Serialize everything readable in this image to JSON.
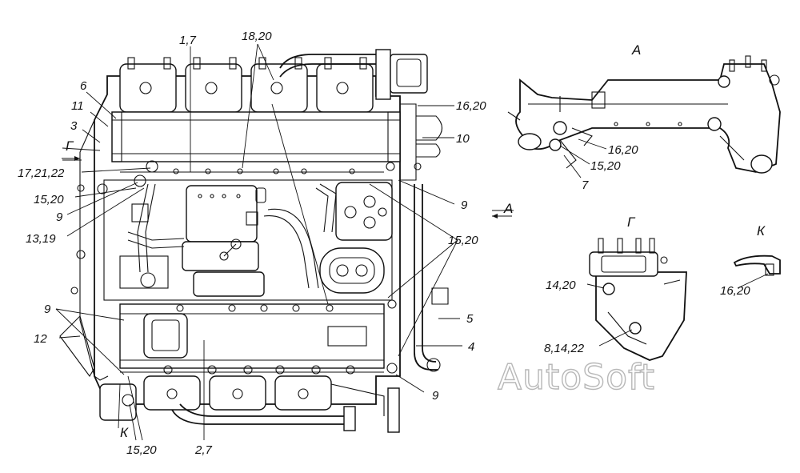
{
  "watermark": "AutoSoft",
  "views": {
    "a": "А",
    "g": "Г",
    "k": "К"
  },
  "main_labels": {
    "l17": "1,7",
    "l1820": "18,20",
    "l6": "6",
    "l11": "11",
    "l3": "3",
    "lG": "Г",
    "l172122": "17,21,22",
    "l1520a": "15,20",
    "l9a": "9",
    "l1319": "13,19",
    "l1620": "16,20",
    "l10": "10",
    "l9b": "9",
    "lA": "А",
    "l1520b": "15,20",
    "l5": "5",
    "l4": "4",
    "l9c": "9",
    "l12": "12",
    "l9d": "9",
    "lK": "К",
    "l1520c": "15,20",
    "l27": "2,7"
  },
  "view_a_labels": {
    "l1620": "16,20",
    "l1520": "15,20",
    "l7": "7"
  },
  "view_g_labels": {
    "l1420": "14,20",
    "l81422": "8,14,22"
  },
  "view_k_labels": {
    "l1620": "16,20"
  }
}
